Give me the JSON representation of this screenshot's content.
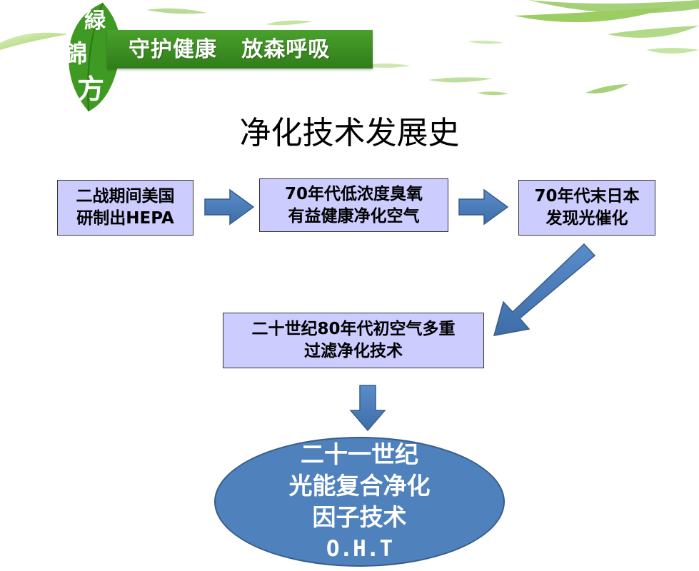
{
  "brand": {
    "logo_chars": [
      "緑",
      "錦",
      "方"
    ],
    "slogan": "守护健康   放森呼吸"
  },
  "title": "净化技术发展史",
  "stages": [
    {
      "text": "二战期间美国\n研制出HEPA"
    },
    {
      "text": "70年代低浓度臭氧\n有益健康净化空气"
    },
    {
      "text": "70年代末日本\n发现光催化"
    },
    {
      "text": "二十世纪80年代初空气多重\n过滤净化技术"
    }
  ],
  "final": {
    "lines": [
      "二十一世纪",
      "光能复合净化",
      "因子技术",
      "O.H.T"
    ]
  },
  "colors": {
    "box_fill": "#ccccff",
    "arrow_fill": "#4f81bd",
    "ellipse_fill": "#4f81bd",
    "brand_green": "#3a8f20"
  }
}
